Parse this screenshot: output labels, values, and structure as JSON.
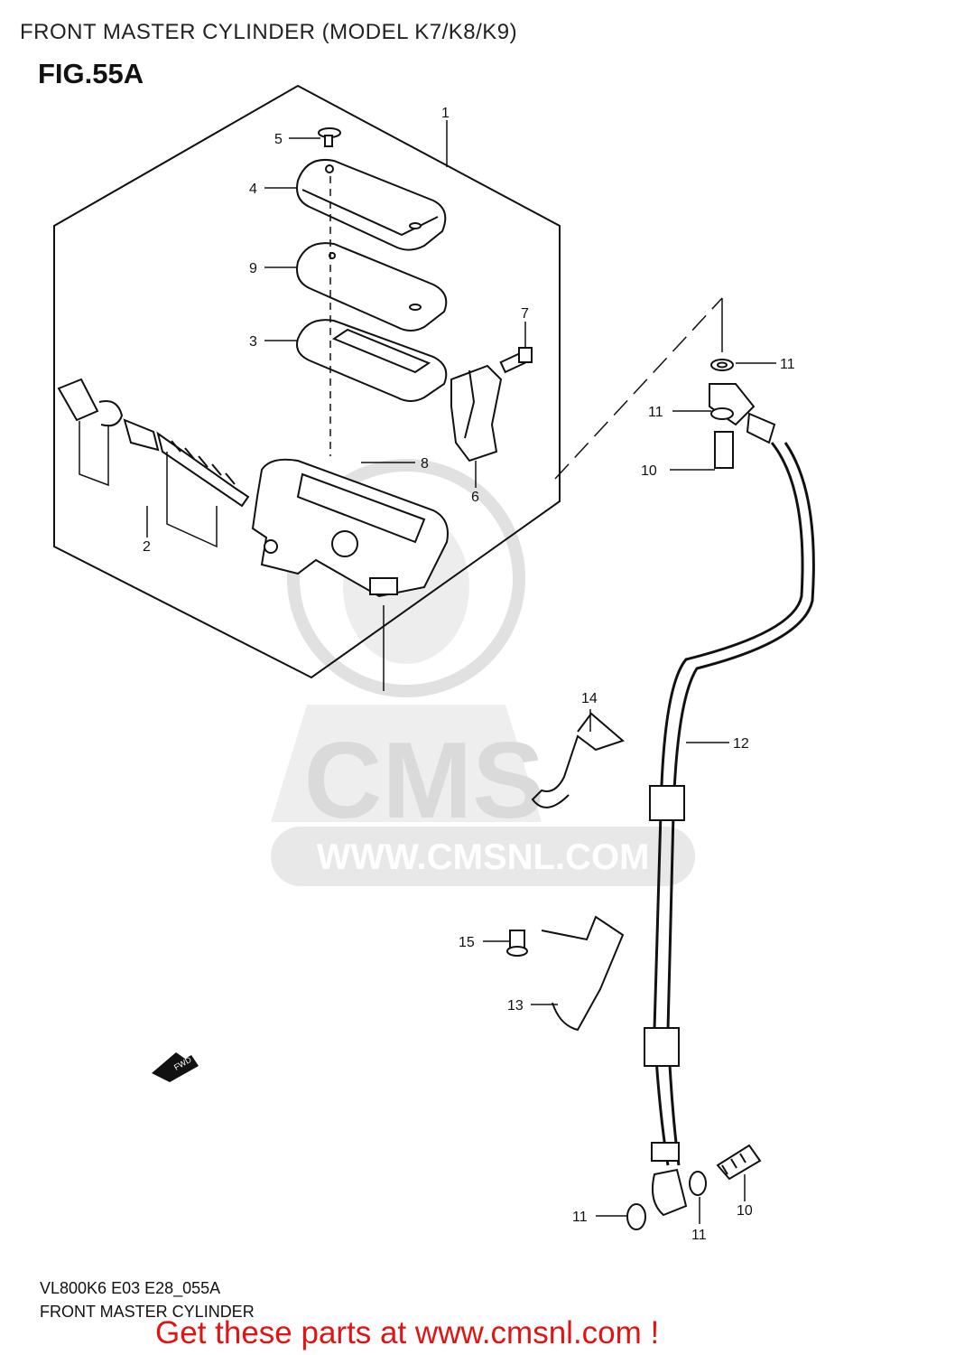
{
  "header": {
    "title": "FRONT MASTER CYLINDER (MODEL K7/K8/K9)",
    "figure": "FIG.55A"
  },
  "callouts": [
    "1",
    "2",
    "3",
    "4",
    "5",
    "6",
    "7",
    "8",
    "9",
    "10",
    "10",
    "11",
    "11",
    "11",
    "11",
    "12",
    "13",
    "14",
    "15"
  ],
  "fwd_label": "FWD",
  "watermark": {
    "logo": "CMS",
    "url": "WWW.CMSNL.COM"
  },
  "footer": {
    "code": "VL800K6 E03 E28_055A",
    "name": "FRONT MASTER CYLINDER",
    "cta": "Get these parts at www.cmsnl.com !"
  },
  "colors": {
    "cta": "#e11414",
    "line": "#111111",
    "watermark": "#d9d9d9"
  }
}
